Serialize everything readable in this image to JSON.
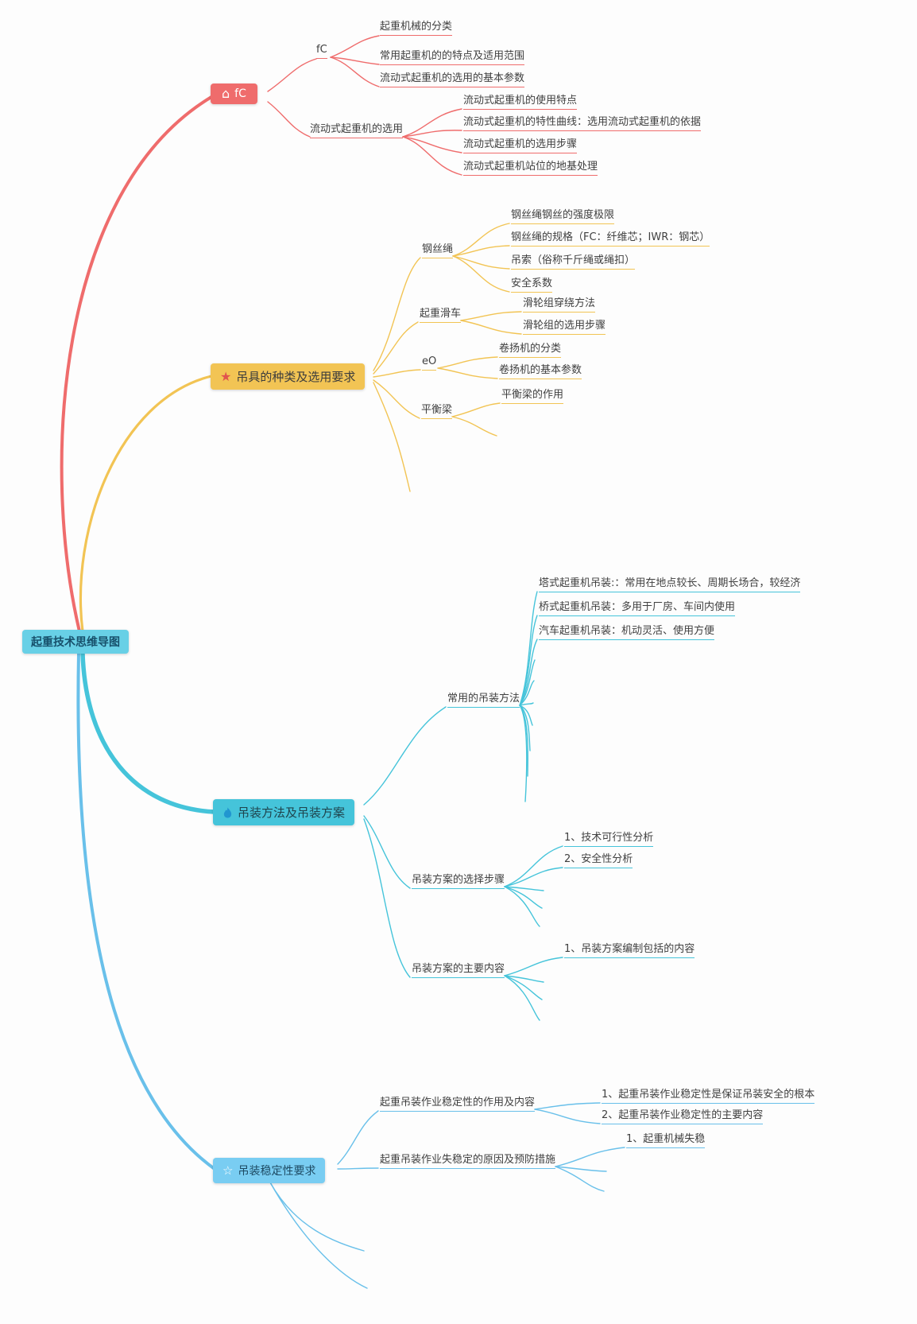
{
  "root": {
    "label": "起重技术思维导图"
  },
  "colors": {
    "root_bg": "#68d0e6",
    "root_text": "#17506b",
    "branch1": "#ef6c6c",
    "branch2": "#f2c454",
    "branch3": "#45c4da",
    "branch4": "#69c0ea",
    "branch4_box": "#79cdf2",
    "text": "#3f3f3f",
    "star": "#e0534e",
    "flame": "#2196d0"
  },
  "branches": [
    {
      "label": "fC",
      "icon": "home-icon",
      "children": [
        {
          "label": "fC",
          "leaves": [
            "起重机械的分类",
            "常用起重机的的特点及适用范围",
            "流动式起重机的选用的基本参数"
          ]
        },
        {
          "label": "流动式起重机的选用",
          "leaves": [
            "流动式起重机的使用特点",
            "流动式起重机的特性曲线：选用流动式起重机的依据",
            "流动式起重机的选用步骤",
            "流动式起重机站位的地基处理"
          ]
        }
      ]
    },
    {
      "label": "吊具的种类及选用要求",
      "icon": "star-icon",
      "children": [
        {
          "label": "钢丝绳",
          "leaves": [
            "钢丝绳钢丝的强度极限",
            "钢丝绳的规格（FC：纤维芯；IWR：钢芯）",
            "吊索（俗称千斤绳或绳扣）",
            "安全系数"
          ]
        },
        {
          "label": "起重滑车",
          "leaves": [
            "滑轮组穿绕方法",
            "滑轮组的选用步骤"
          ]
        },
        {
          "label": "eO",
          "leaves": [
            "卷扬机的分类",
            "卷扬机的基本参数"
          ]
        },
        {
          "label": "平衡梁",
          "leaves": [
            "平衡梁的作用"
          ]
        }
      ]
    },
    {
      "label": "吊装方法及吊装方案",
      "icon": "flame-icon",
      "children": [
        {
          "label": "常用的吊装方法",
          "leaves": [
            "塔式起重机吊装:：常用在地点较长、周期长场合，较经济",
            "桥式起重机吊装：多用于厂房、车间内使用",
            "汽车起重机吊装：机动灵活、使用方便"
          ]
        },
        {
          "label": "吊装方案的选择步骤",
          "leaves": [
            "1、技术可行性分析",
            "2、安全性分析"
          ]
        },
        {
          "label": "吊装方案的主要内容",
          "leaves": [
            "1、吊装方案编制包括的内容"
          ]
        }
      ]
    },
    {
      "label": "吊装稳定性要求",
      "icon": "star-outline-icon",
      "children": [
        {
          "label": "起重吊装作业稳定性的作用及内容",
          "leaves": [
            "1、起重吊装作业稳定性是保证吊装安全的根本",
            "2、起重吊装作业稳定性的主要内容"
          ]
        },
        {
          "label": "起重吊装作业失稳定的原因及预防措施",
          "leaves": [
            "1、起重机械失稳"
          ]
        }
      ]
    }
  ]
}
